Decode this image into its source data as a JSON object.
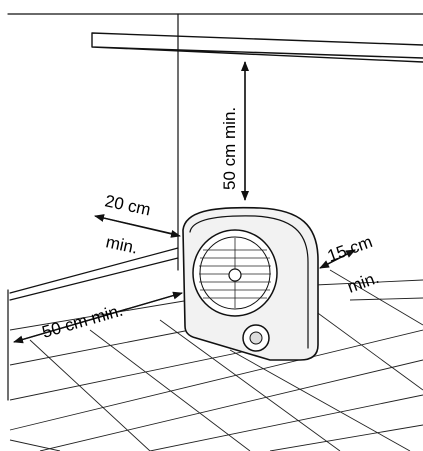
{
  "labels": {
    "top_clearance": "50 cm min.",
    "left_clearance_value": "20 cm",
    "left_clearance_min": "min.",
    "right_clearance_value": "15 cm",
    "right_clearance_min": "min.",
    "front_clearance": "50 cm min."
  },
  "colors": {
    "ink": "#111111",
    "background": "#ffffff"
  }
}
